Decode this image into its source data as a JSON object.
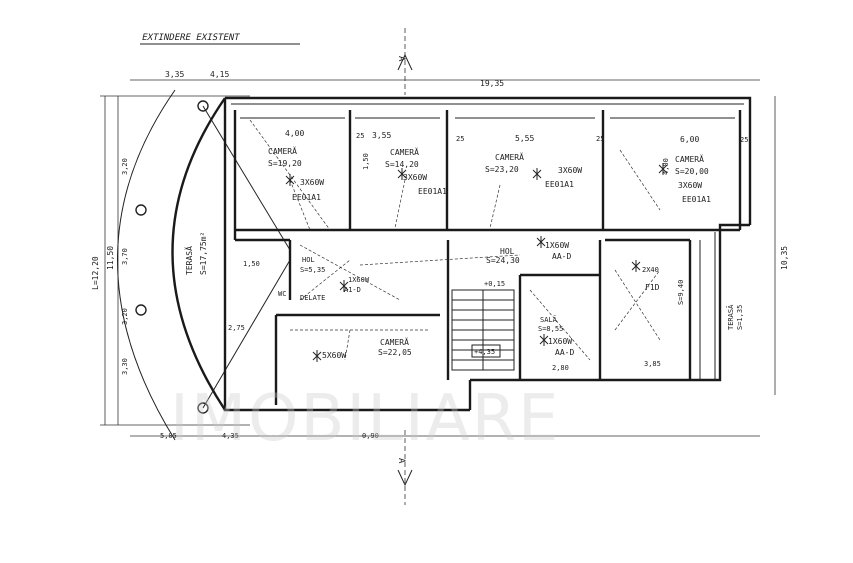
{
  "header": {
    "title": "EXTINDERE EXISTENT"
  },
  "section_marks": {
    "top": "A",
    "bottom": "A"
  },
  "dimensions": {
    "top_3_35": "3,35",
    "top_4_15": "4,15",
    "top_19_35": "19,35",
    "left_l_12_20": "L=12,20",
    "left_11_50": "11,50",
    "left_3_20_a": "3,20",
    "left_3_70": "3,70",
    "left_3_20_b": "3,20",
    "left_3_30": "3,30",
    "right_10_35": "10,35",
    "bottom_5_05": "5,05",
    "bottom_4_35": "4,35",
    "bottom_0_90": "0,90",
    "int_4_00": "4,00",
    "int_3_55": "3,55",
    "int_5_55": "5,55",
    "int_6_00": "6,00",
    "int_25_a": "25",
    "int_25_b": "25",
    "int_25_c": "25",
    "int_25_d": "25",
    "int_1_50": "1,50",
    "int_2_75": "2,75",
    "int_2_80": "2,80",
    "int_3_85": "3,85",
    "int_4_00_b": "4,00",
    "int_1_50_b": "1,50"
  },
  "rooms": [
    {
      "name": "CAMERĂ",
      "area": "S=19,20",
      "fixture": "3X60W",
      "code": "EE01A1"
    },
    {
      "name": "CAMERĂ",
      "area": "S=14,20",
      "fixture": "3X60W",
      "code": "EE01A1"
    },
    {
      "name": "CAMERĂ",
      "area": "S=23,20",
      "fixture": "3X60W",
      "code": "EE01A1"
    },
    {
      "name": "CAMERĂ",
      "area": "S=20,00",
      "fixture": "3X60W",
      "code": "EE01A1"
    },
    {
      "name": "HOL",
      "area": "S=24,30",
      "fixture": "1X60W",
      "code": "AA-D"
    },
    {
      "name": "HOL",
      "area": "S=5,35",
      "fixture": "1X60W",
      "code": "A1-D"
    },
    {
      "name": "SALĂ",
      "area": "S=8,55",
      "fixture": "1X60W",
      "code": "AA-D"
    },
    {
      "name": "CAMERĂ",
      "area": "S=22,05",
      "fixture": "5X60W",
      "code": ""
    },
    {
      "name": "2X40",
      "area": "S=9,40",
      "fixture": "",
      "code": "F1D"
    }
  ],
  "labels": {
    "terasa_left": "TERASĂ",
    "terasa_left_area": "S=17,75m²",
    "terasa_right": "TERASĂ",
    "terasa_right_area": "S=1,35",
    "toilet": "WC",
    "stair_mark": "+4,35",
    "stair_mark2": "+0,15",
    "veranda": "DELATE"
  },
  "watermark": {
    "text": "IMOBILIARE"
  }
}
